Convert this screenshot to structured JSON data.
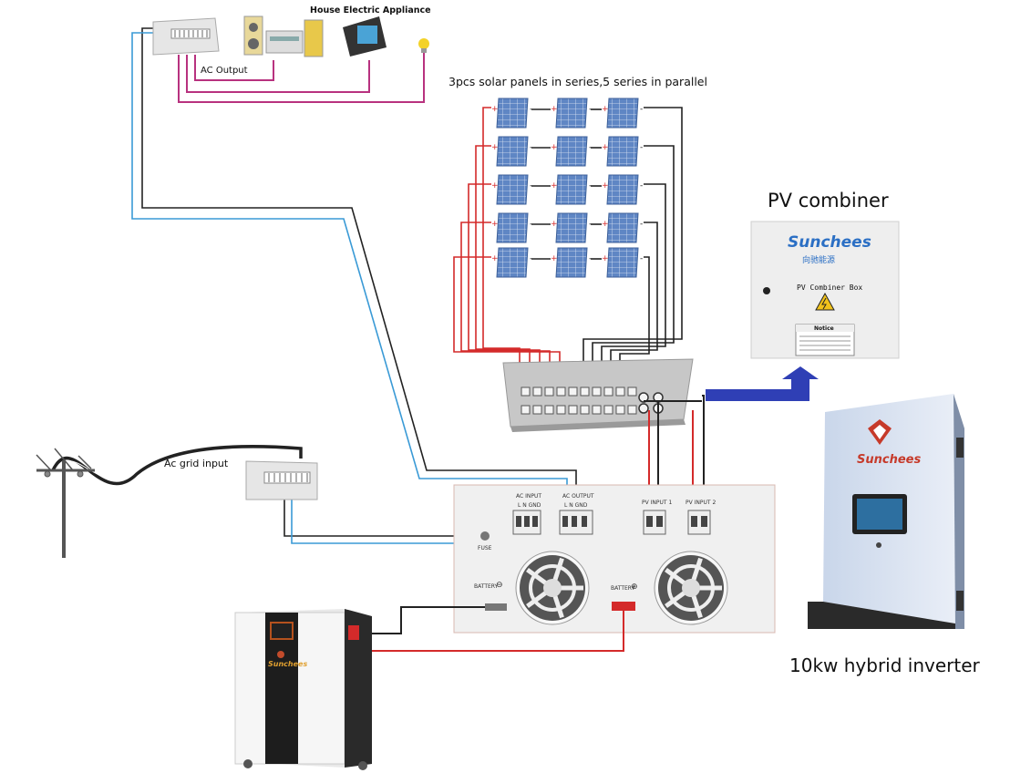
{
  "labels": {
    "house": "House Electric Appliance",
    "ac_output": "AC Output",
    "panels": "3pcs solar panels in series,5 series in parallel",
    "grid": "Ac grid input",
    "pv_combiner": "PV combiner",
    "inverter": "10kw hybrid inverter"
  },
  "combiner_box": {
    "brand": "Sunchees",
    "brand_cn": "向驰能源",
    "title": "PV Combiner Box",
    "notice": "Notice"
  },
  "inverter_panel": {
    "ac_input": "AC INPUT",
    "ac_output": "AC OUTPUT",
    "lng": "L  N  GND",
    "fuse": "FUSE",
    "pv1": "PV INPUT 1",
    "pv2": "PV INPUT 2",
    "batt_neg": "BATTERY",
    "batt_pos": "BATTERY"
  },
  "inverter_brand": "Sunchees",
  "battery_brand": "Sunchees",
  "colors": {
    "pos": "#d42a2a",
    "neg": "#222222",
    "ac_out": "#b8327f",
    "ac_in": "#3a9ad6",
    "arrow": "#2f3fb5"
  }
}
